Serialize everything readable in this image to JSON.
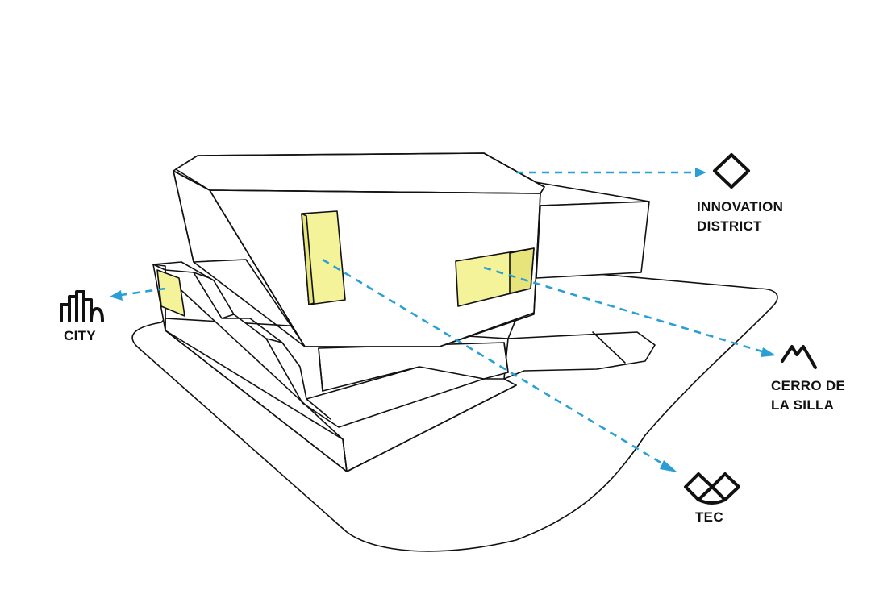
{
  "colors": {
    "arrow": "#2a9fd6",
    "window_fill": "#f4f39a",
    "window_shadow": "#e6e47a",
    "line": "#111111",
    "background": "#ffffff"
  },
  "destinations": {
    "innovation": {
      "line1": "INNOVATION",
      "line2": "DISTRICT",
      "icon": "diamond-icon"
    },
    "city": {
      "line1": "CITY",
      "icon": "skyline-icon"
    },
    "cerro": {
      "line1": "CERRO DE",
      "line2": "LA SILLA",
      "icon": "mountain-icon"
    },
    "tec": {
      "line1": "TEC",
      "icon": "tec-logo-icon"
    }
  }
}
